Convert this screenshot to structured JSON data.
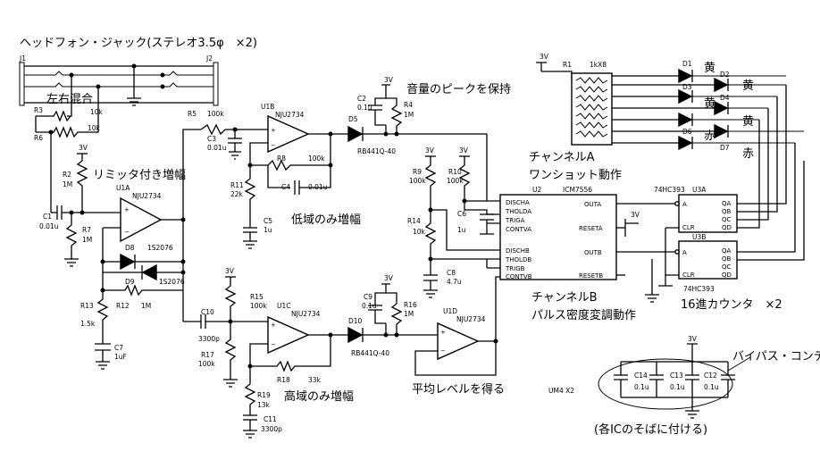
{
  "headings": {
    "headphone_jack": "ヘッドフォン・ジャック(ステレオ3.5φ　×2)",
    "lr_mix": "左右混合",
    "limiter_amp": "リミッタ付き増幅",
    "hold_peak": "音量のピークを保持",
    "low_amp": "低域のみ増幅",
    "high_amp": "高域のみ増幅",
    "avg_level": "平均レベルを得る",
    "chA1": "チャンネルA",
    "chA2": "ワンショット動作",
    "chB1": "チャンネルB",
    "chB2": "パルス密度変調動作",
    "counter": "16進カウンタ　×2",
    "bypass": "バイパス・コンデンサ",
    "each_ic": "(各ICのそばに付ける)"
  },
  "jacks": {
    "j1": "J1",
    "j2": "J2"
  },
  "opamps": {
    "u1a": "U1A",
    "u1a_part": "NJU2734",
    "u1b": "U1B",
    "u1b_part": "NJU2734",
    "u1c": "U1C",
    "u1c_part": "NJU2734",
    "u1d": "U1D",
    "u1d_part": "NJU2734"
  },
  "resistors": {
    "r1": "R1",
    "r1v": "1kX8",
    "r2": "R2",
    "r2v": "1M",
    "r3": "R3",
    "r3v": "10k",
    "r4": "R4",
    "r4v": "1M",
    "r5": "R5",
    "r5v": "100k",
    "r6": "R6",
    "r6v": "10k",
    "r7": "R7",
    "r7v": "1M",
    "r8": "R8",
    "r8v": "100k",
    "r9": "R9",
    "r9v": "100k",
    "r10": "R10",
    "r10v": "100k",
    "r11": "R11",
    "r11v": "22k",
    "r12": "R12",
    "r12v": "1M",
    "r13": "R13",
    "r13v": "1.5k",
    "r14": "R14",
    "r14v": "10k",
    "r15": "R15",
    "r15v": "100k",
    "r16": "R16",
    "r16v": "1M",
    "r17": "R17",
    "r17v": "100k",
    "r18": "R18",
    "r18v": "33k",
    "r19": "R19",
    "r19v": "13k"
  },
  "capacitors": {
    "c1": "C1",
    "c1v": "0.01u",
    "c2": "C2",
    "c2v": "0.1u",
    "c3": "C3",
    "c3v": "0.01u",
    "c4": "C4",
    "c4v": "0.01u",
    "c5": "C5",
    "c5v": "1u",
    "c6": "C6",
    "c6v": "1u",
    "c7": "C7",
    "c7v": "1uF",
    "c8": "C8",
    "c8v": "4.7u",
    "c9": "C9",
    "c9v": "0.1u",
    "c10": "C10",
    "c10v": "3300p",
    "c11": "C11",
    "c11v": "3300p",
    "c12": "C12",
    "c12v": "0.1u",
    "c13": "C13",
    "c13v": "0.1u",
    "c14": "C14",
    "c14v": "0.1u"
  },
  "diodes": {
    "d5": "D5",
    "d5p": "RB441Q-40",
    "d8": "D8",
    "d8p": "1S2076",
    "d9": "D9",
    "d9p": "1S2076",
    "d10": "D10",
    "d10p": "RB441Q-40"
  },
  "leds": {
    "d1": "D1",
    "d1c": "黄",
    "d2": "D2",
    "d2c": "黄",
    "d3": "D3",
    "d3c": "黄",
    "d4": "D4",
    "d4c": "黄",
    "d6": "D6",
    "d6c": "赤",
    "d7": "D7",
    "d7c": "赤"
  },
  "u2": {
    "ref": "U2",
    "part": "ICM7556",
    "pins_left": [
      "DISCHA",
      "THOLDA",
      "TRIGA",
      "CONTVA",
      "DISCHB",
      "THOLDB",
      "TRIGB",
      "CONTVB"
    ],
    "pins_right": [
      "OUTA",
      "RESETA",
      "OUTB",
      "RESETB"
    ]
  },
  "u3": {
    "ref_a": "U3A",
    "ref_b": "U3B",
    "part": "74HC393",
    "pins_left_a": [
      "A",
      "CLR"
    ],
    "pins_left_b": [
      "A",
      "CLR"
    ],
    "pins_right": [
      "QA",
      "QB",
      "QC",
      "QD"
    ]
  },
  "supply": {
    "vcc": "3V",
    "um4": "UM4 X2"
  }
}
